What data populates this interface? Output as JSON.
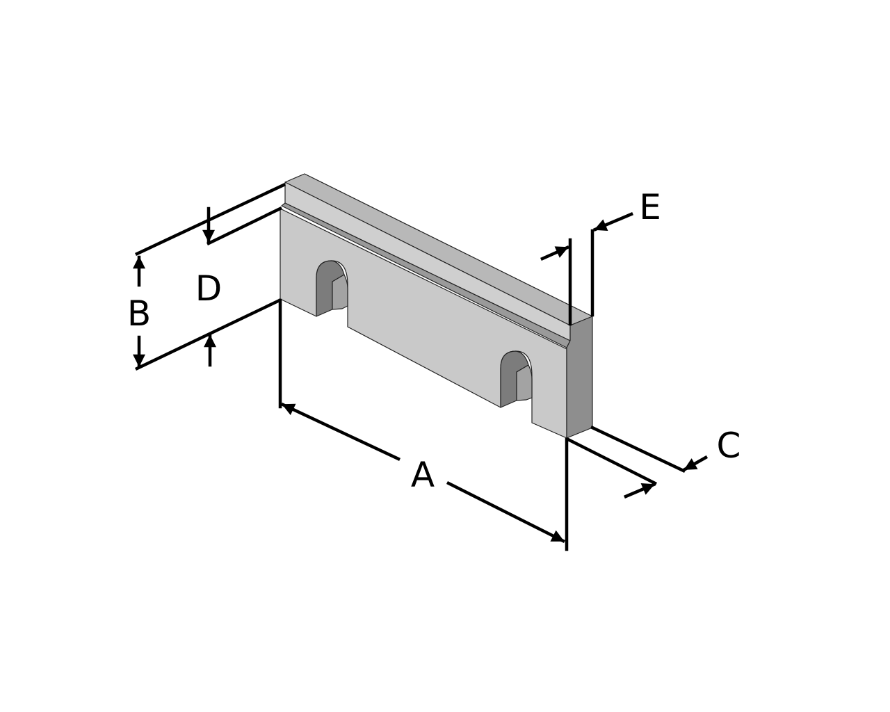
{
  "diagram": {
    "labels": {
      "A": "A",
      "B": "B",
      "C": "C",
      "D": "D",
      "E": "E"
    },
    "colors": {
      "face_front": "#c8c8c8",
      "face_top": "#b4b4b4",
      "face_side": "#8e8e8e",
      "hole": "#7a7a7a",
      "dimension": "#000000"
    }
  }
}
